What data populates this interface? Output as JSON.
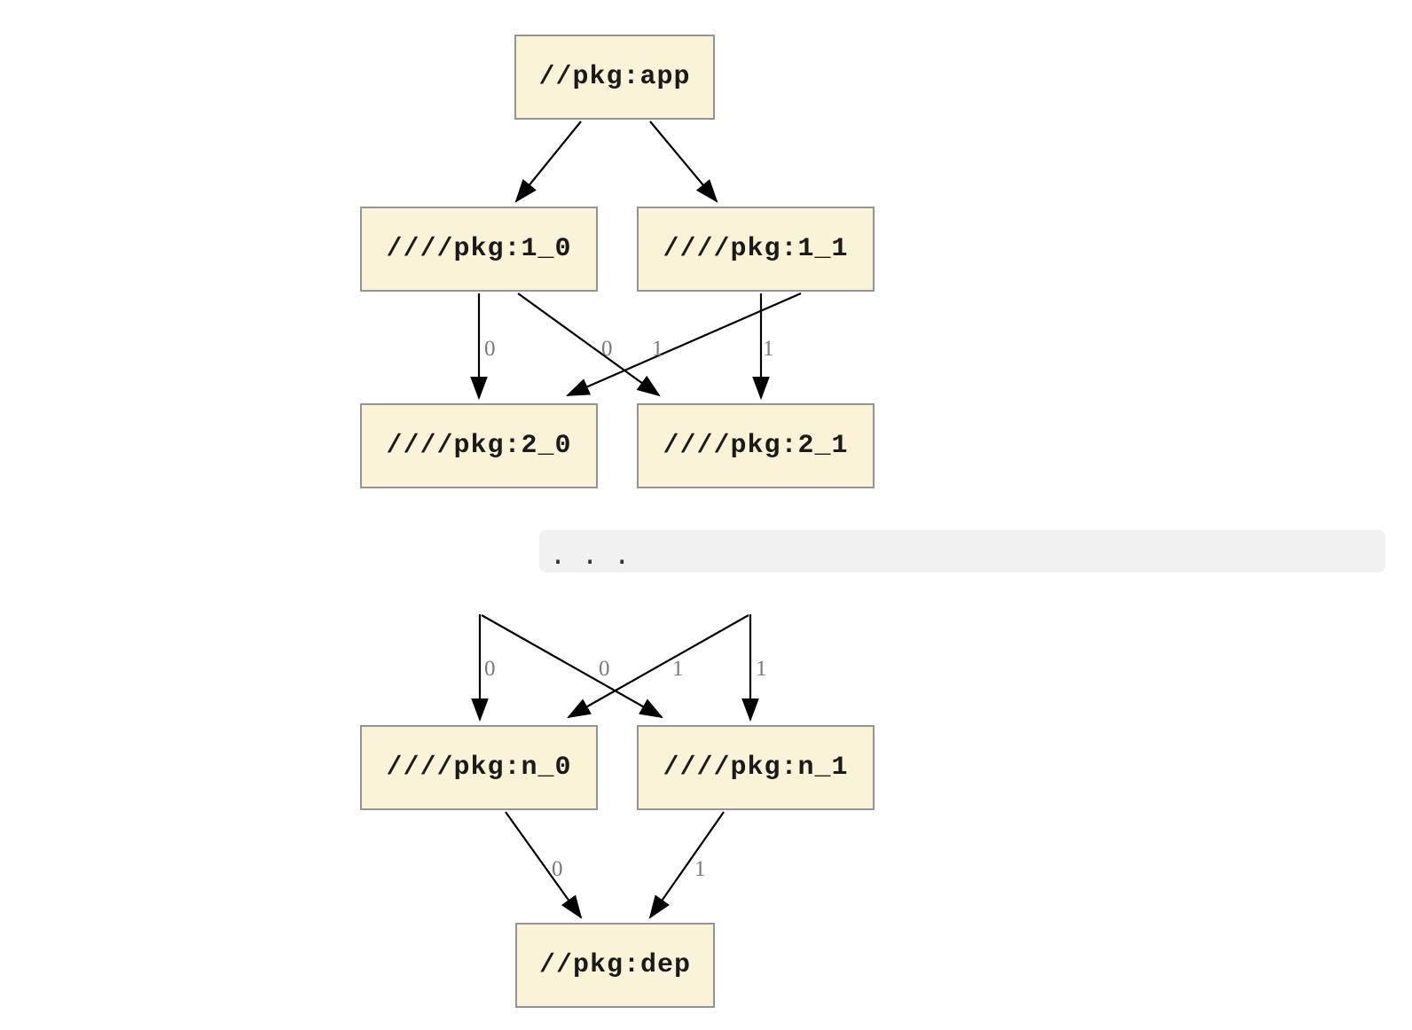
{
  "colors": {
    "page_bg": "#ffffff",
    "node_fill": "#fbf3d8",
    "node_border": "#8e9697",
    "node_text": "#1a1a1a",
    "edge_stroke": "#000000",
    "edge_label": "#7a7a7a",
    "ellipsis_bg": "#f1f1f1",
    "ellipsis_text": "#333333"
  },
  "chart_data": {
    "type": "graph",
    "direction": "top-down",
    "nodes": [
      "//pkg:app",
      "////pkg:1_0",
      "////pkg:1_1",
      "////pkg:2_0",
      "////pkg:2_1",
      "...",
      "////pkg:n_0",
      "////pkg:n_1",
      "//pkg:dep"
    ]
  },
  "nodes": {
    "app": {
      "label": "//pkg:app"
    },
    "l1_0": {
      "label": "////pkg:1_0"
    },
    "l1_1": {
      "label": "////pkg:1_1"
    },
    "l2_0": {
      "label": "////pkg:2_0"
    },
    "l2_1": {
      "label": "////pkg:2_1"
    },
    "ln_0": {
      "label": "////pkg:n_0"
    },
    "ln_1": {
      "label": "////pkg:n_1"
    },
    "dep": {
      "label": "//pkg:dep"
    }
  },
  "edges": {
    "app_to_1_0": {
      "from": "//pkg:app",
      "to": "////pkg:1_0"
    },
    "app_to_1_1": {
      "from": "//pkg:app",
      "to": "////pkg:1_1"
    },
    "e1_0_to_2_0": {
      "from": "////pkg:1_0",
      "to": "////pkg:2_0",
      "label": "0"
    },
    "e1_0_to_2_1": {
      "from": "////pkg:1_0",
      "to": "////pkg:2_1",
      "label": "0"
    },
    "e1_1_to_2_0": {
      "from": "////pkg:1_1",
      "to": "////pkg:2_0",
      "label": "1"
    },
    "e1_1_to_2_1": {
      "from": "////pkg:1_1",
      "to": "////pkg:2_1",
      "label": "1"
    },
    "prev_to_n_0_a": {
      "from": "...",
      "to": "////pkg:n_0",
      "label": "0"
    },
    "prev_to_n_1_a": {
      "from": "...",
      "to": "////pkg:n_1",
      "label": "0"
    },
    "prev_to_n_0_b": {
      "from": "...",
      "to": "////pkg:n_0",
      "label": "1"
    },
    "prev_to_n_1_b": {
      "from": "...",
      "to": "////pkg:n_1",
      "label": "1"
    },
    "n_0_to_dep": {
      "from": "////pkg:n_0",
      "to": "//pkg:dep",
      "label": "0"
    },
    "n_1_to_dep": {
      "from": "////pkg:n_1",
      "to": "//pkg:dep",
      "label": "1"
    }
  },
  "ellipsis": {
    "text": ". . ."
  }
}
